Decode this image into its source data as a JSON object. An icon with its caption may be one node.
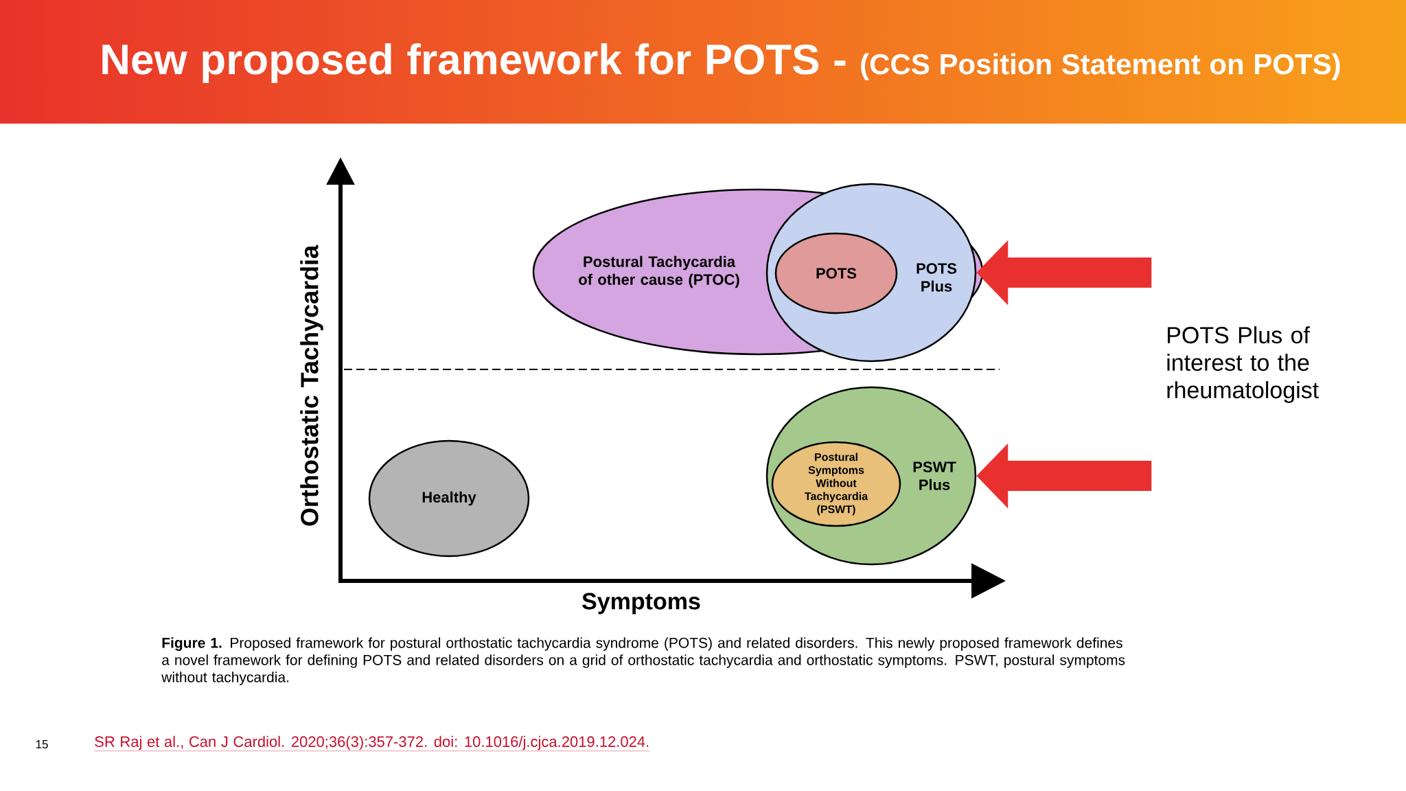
{
  "diagram": {
    "title": "New proposed framework for POTS -",
    "caption": "**Figure 1.** Proposed framework for postural orthostatic tachycardia syndrome (POTS) and related disorders. This newly proposed framework defines a novel framework for defining POTS and related disorders on a grid of orthostatic tachycardia and orthostatic symptoms. PSWT, postural symptoms without tachycardia.",
    "nodes": [
      {
        "text": [
          "Postural Tachycardia of other cause (PTOC)"
        ]
      },
      {
        "text": [
          "POTS Plus"
        ]
      },
      {
        "text": [
          "POTS"
        ],
        "in": 1
      },
      {
        "text": [
          "PSWT Plus"
        ]
      },
      {
        "text": [
          "Postural Symptoms Without Tachycardia (PSWT)"
        ],
        "in": 3
      },
      {
        "text": [
          "Healthy"
        ]
      },
      {
        "text": [
          "POTS Plus of interest to the rheumatologist"
        ]
      }
    ],
    "edges": [
      {
        "from": null,
        "to": 1,
        "arrow": "to"
      },
      {
        "from": null,
        "to": 3,
        "arrow": "to"
      }
    ],
    "labels": [
      "(CCS Position Statement on POTS)",
      "Orthostatic Tachycardia",
      "Symptoms",
      "15",
      "SR Raj et al., Can J Cardiol. 2020;36(3):357-372. doi: 10.1016/j.cjca.2019.12.024."
    ]
  }
}
